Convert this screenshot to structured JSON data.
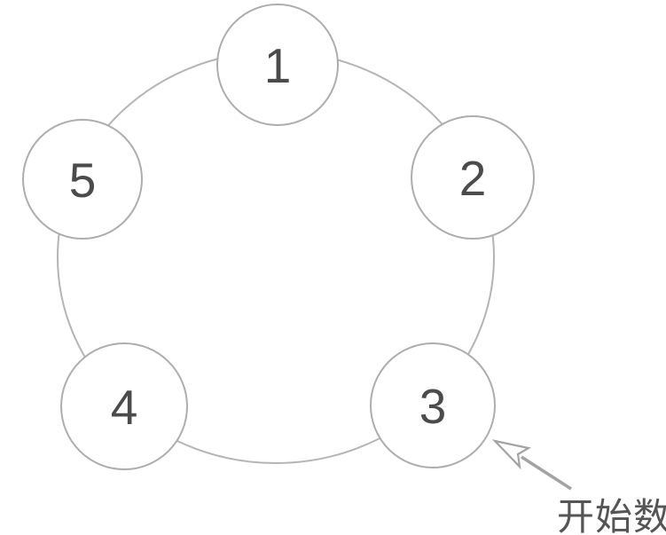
{
  "diagram": {
    "nodes": [
      {
        "label": "1"
      },
      {
        "label": "2"
      },
      {
        "label": "3"
      },
      {
        "label": "4"
      },
      {
        "label": "5"
      }
    ],
    "annotation": {
      "label": "开始数",
      "points_to_node": "3"
    },
    "colors": {
      "ring_stroke": "#b4b4b4",
      "node_stroke": "#adadad",
      "node_fill": "#ffffff",
      "number_color": "#4b4b4b",
      "arrow_color": "#a3a3a3",
      "label_color": "#555555"
    }
  }
}
